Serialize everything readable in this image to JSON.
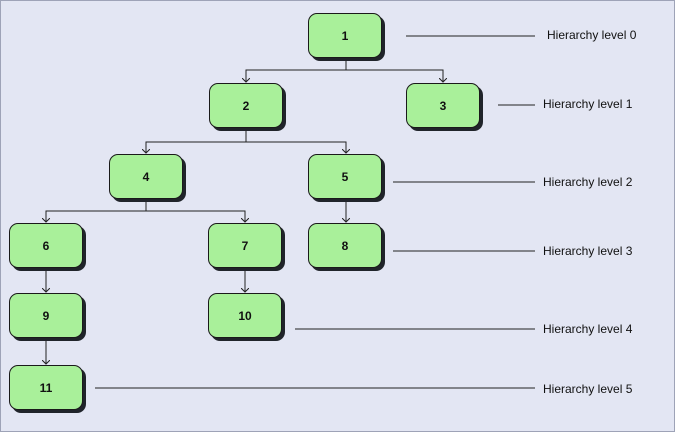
{
  "nodes": {
    "n1": "1",
    "n2": "2",
    "n3": "3",
    "n4": "4",
    "n5": "5",
    "n6": "6",
    "n7": "7",
    "n8": "8",
    "n9": "9",
    "n10": "10",
    "n11": "11"
  },
  "levels": [
    "Hierarchy level 0",
    "Hierarchy level 1",
    "Hierarchy level 2",
    "Hierarchy level 3",
    "Hierarchy level 4",
    "Hierarchy level 5"
  ],
  "colors": {
    "background": "#e3e6f3",
    "node_fill": "#a9f09a",
    "node_border": "#1a1a1a",
    "edge": "#222222"
  }
}
